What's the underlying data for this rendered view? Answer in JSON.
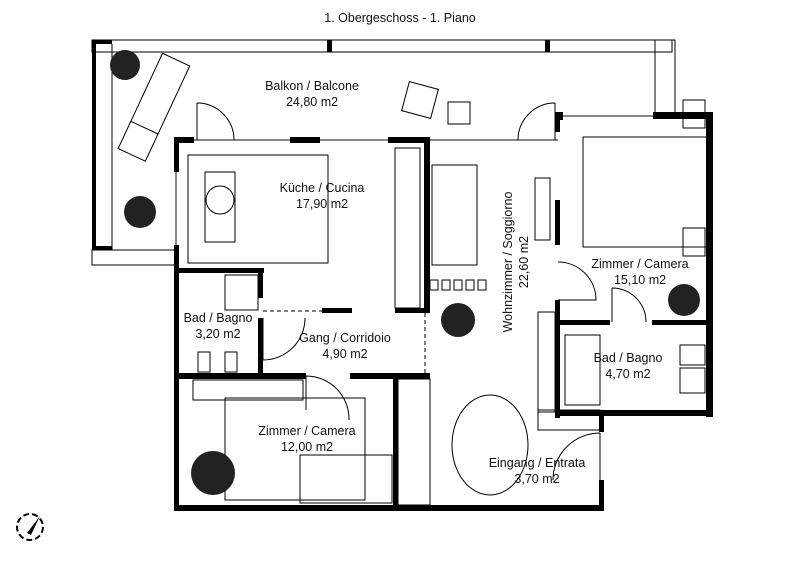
{
  "title": "1. Obergeschoss - 1. Piano",
  "rooms": [
    {
      "name": "Balkon / Balcone",
      "area": "24,80 m2"
    },
    {
      "name": "Küche / Cucina",
      "area": "17,90 m2"
    },
    {
      "name": "Wohnzimmer / Soggiorno",
      "area": "22,60 m2"
    },
    {
      "name": "Zimmer / Camera",
      "area": "15,10 m2"
    },
    {
      "name": "Bad / Bagno",
      "area": "3,20 m2"
    },
    {
      "name": "Gang / Corridoio",
      "area": "4,90 m2"
    },
    {
      "name": "Bad / Bagno",
      "area": "4,70 m2"
    },
    {
      "name": "Zimmer / Camera",
      "area": "12,00 m2"
    },
    {
      "name": "Eingang / Entrata",
      "area": "3,70 m2"
    }
  ],
  "compass_icon": "north-arrow-icon"
}
